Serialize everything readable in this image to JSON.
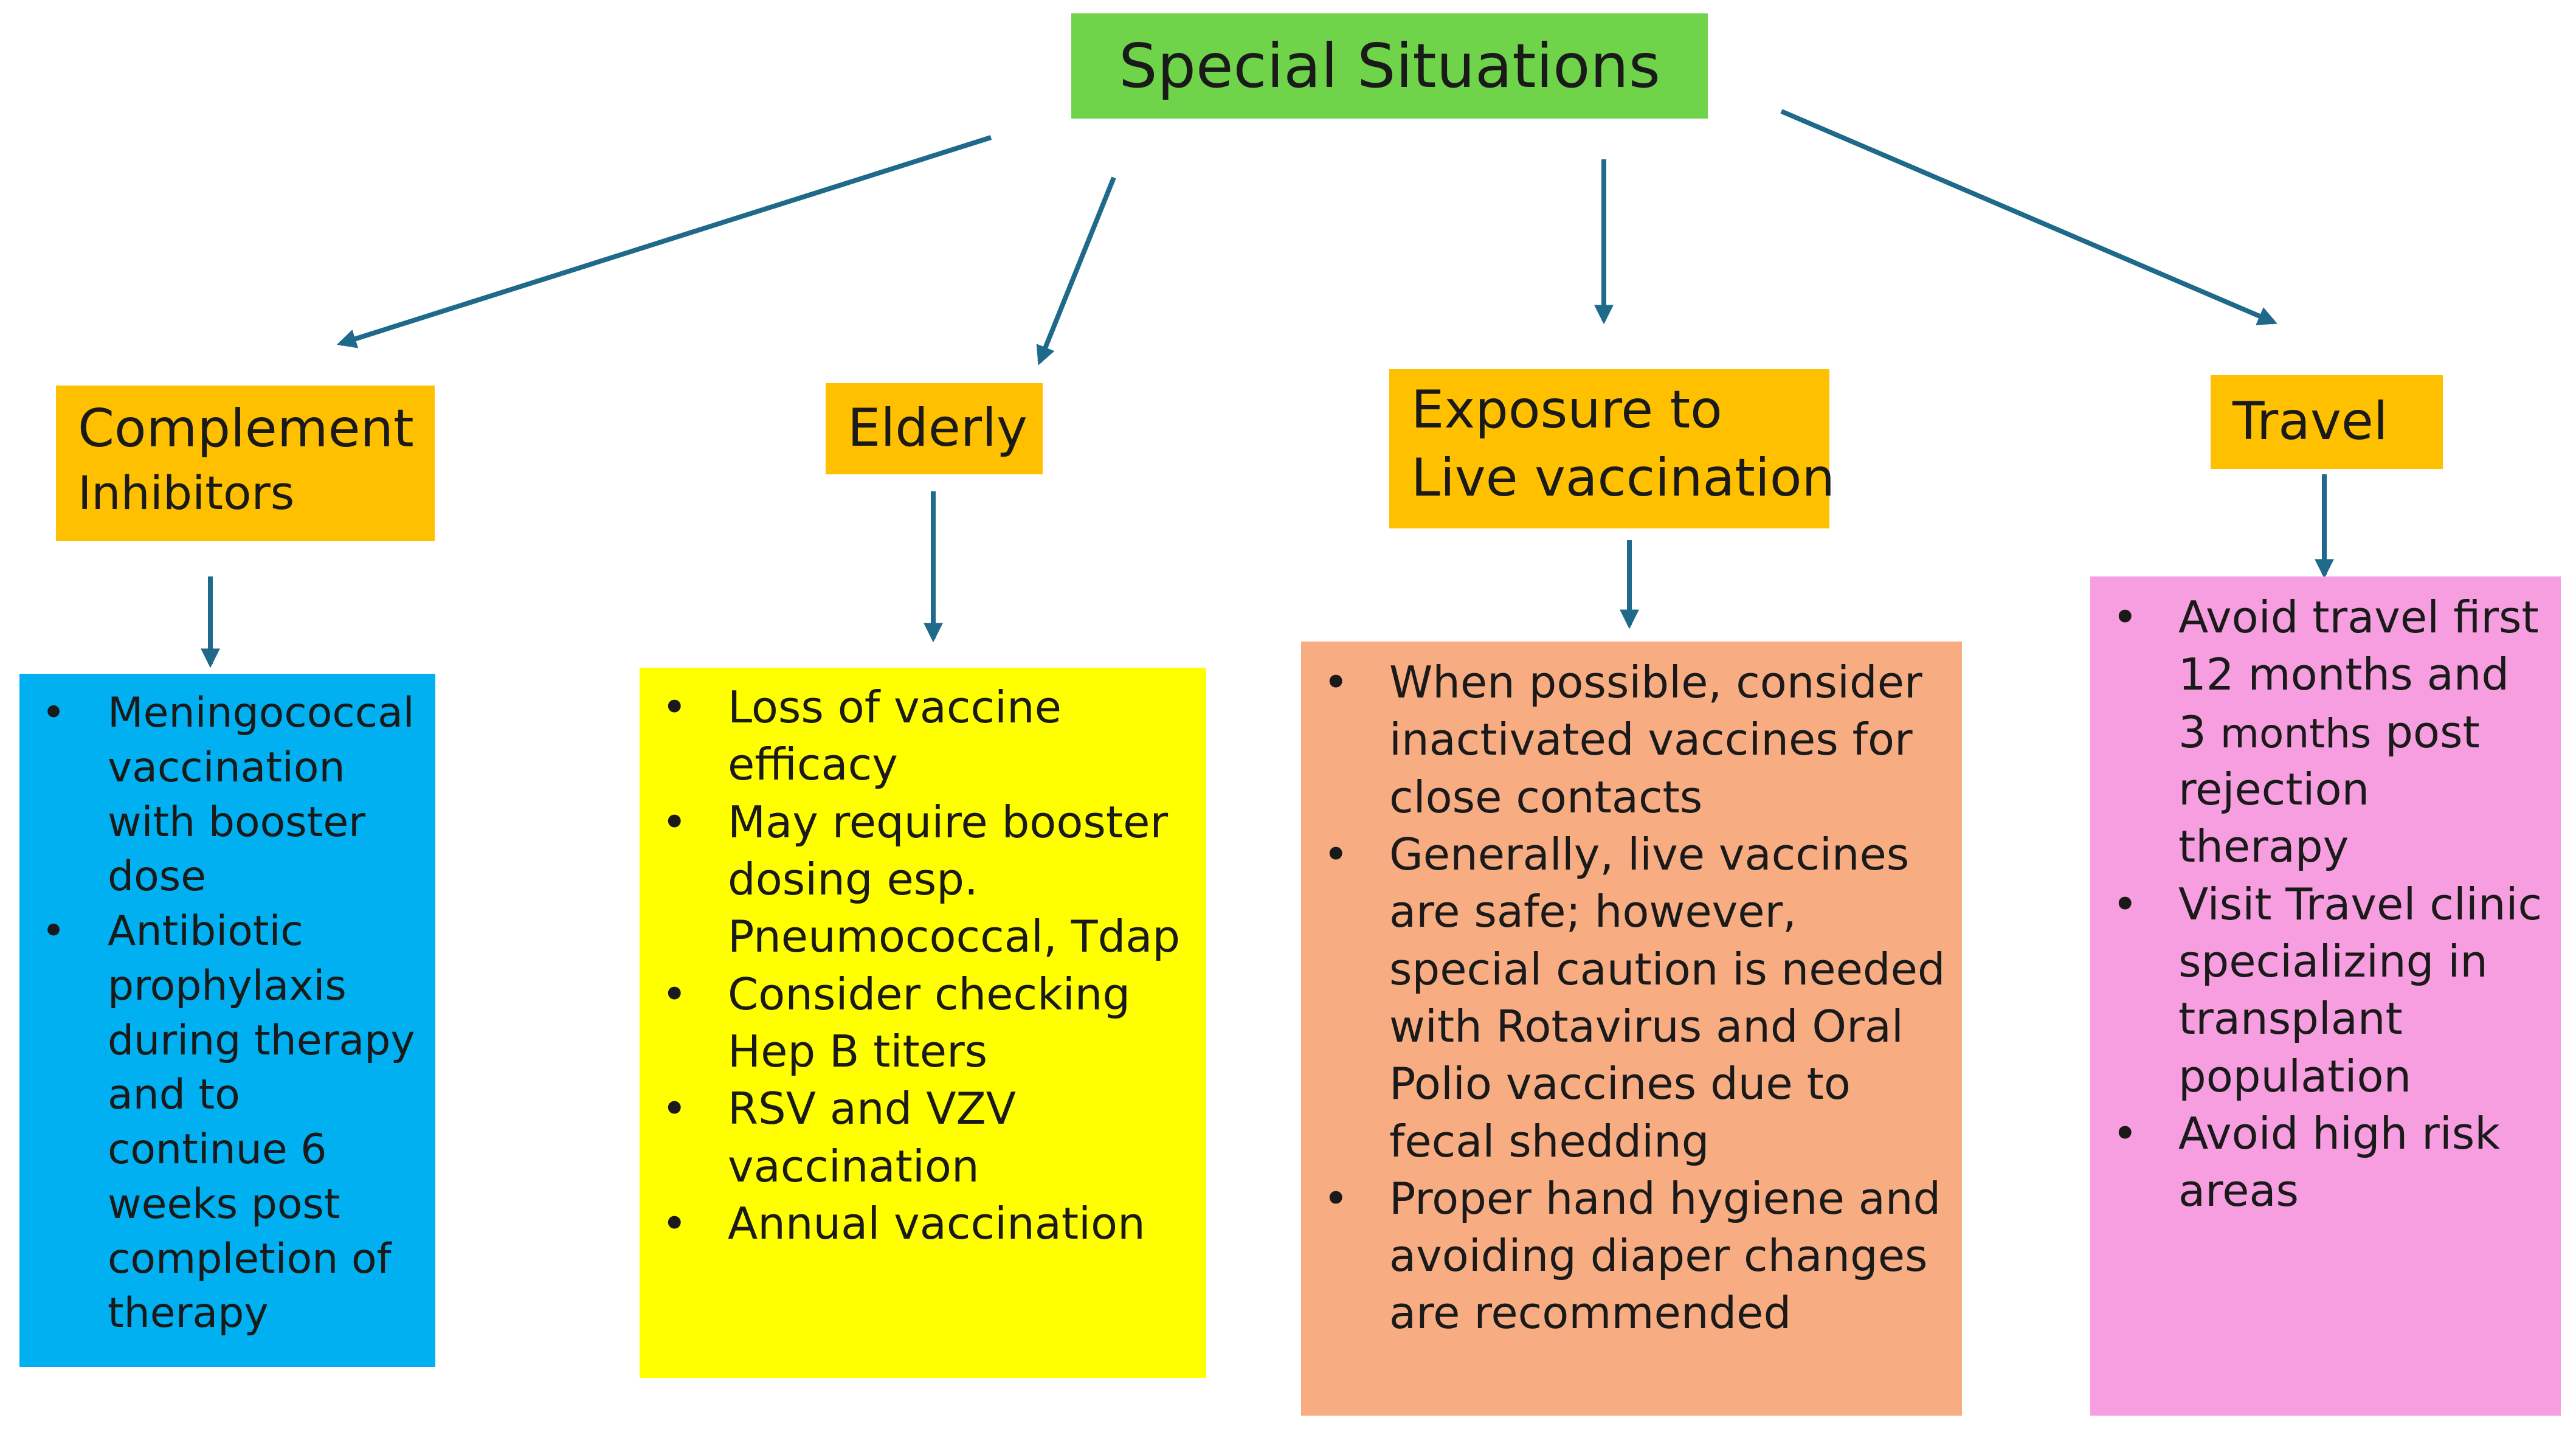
{
  "root": {
    "title": "Special Situations"
  },
  "colors": {
    "root": "#6fd44a",
    "category": "#ffc000",
    "complement": "#00b0f0",
    "elderly": "#ffff00",
    "exposure": "#f8ac82",
    "travel": "#f79ee0",
    "arrow": "#1f6a8a"
  },
  "categories": [
    {
      "line1": "Complement",
      "line2": "Inhibitors",
      "items": [
        "Meningococcal vaccination with booster dose",
        "Antibiotic prophylaxis during therapy and to continue 6 weeks post completion of therapy"
      ]
    },
    {
      "line1": "Elderly",
      "items": [
        "Loss of vaccine efficacy",
        "May require booster dosing esp. Pneumococcal, Tdap",
        "Consider checking Hep B titers",
        "RSV and VZV vaccination",
        "Annual vaccination"
      ]
    },
    {
      "line1": "Exposure to",
      "line2": "Live vaccination",
      "items": [
        "When possible, consider inactivated vaccines for close contacts",
        "Generally, live vaccines are safe; however, special caution is needed with Rotavirus and Oral Polio vaccines due to fecal shedding",
        "Proper hand hygiene and avoiding diaper changes are recommended"
      ]
    },
    {
      "line1": "Travel",
      "items_travel": {
        "first_a": "Avoid travel first 12 months and 3",
        "first_b": "months",
        "first_c": "post rejection therapy",
        "second": "Visit Travel clinic specializing in transplant population",
        "third": "Avoid high risk areas"
      }
    }
  ]
}
